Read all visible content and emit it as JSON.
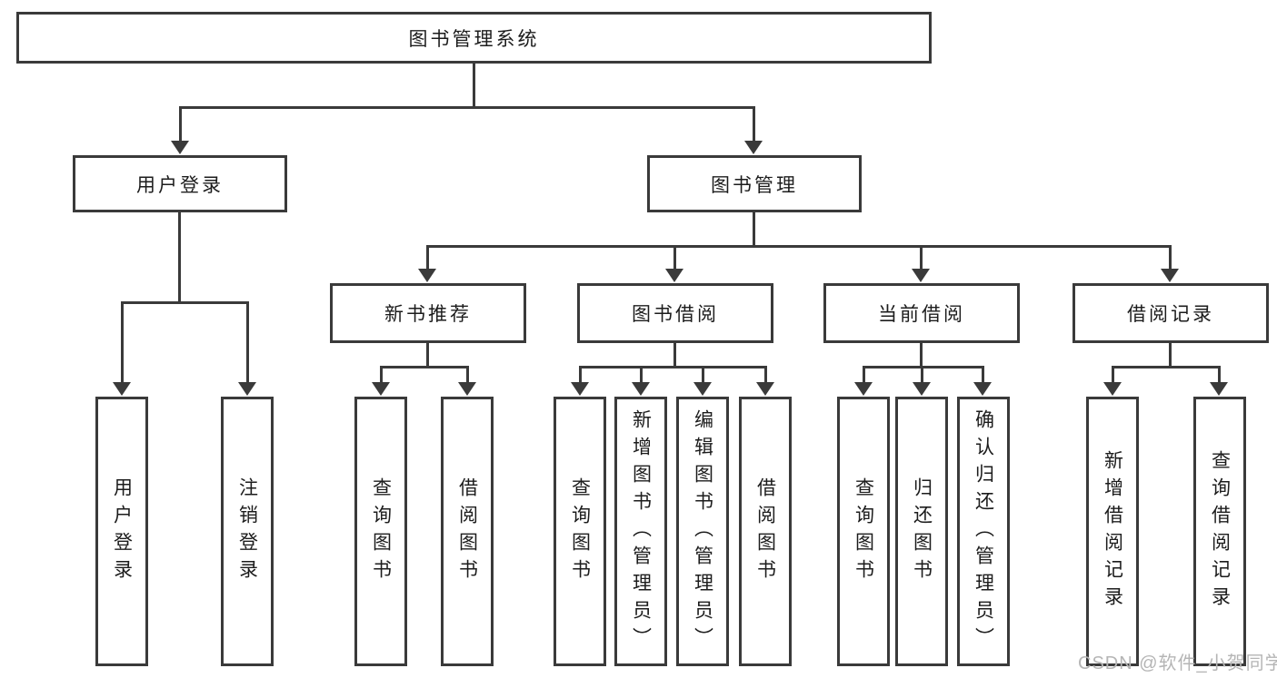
{
  "diagram": {
    "root": "图书管理系统",
    "user_login": {
      "label": "用户登录",
      "children": [
        "用户登录",
        "注销登录"
      ]
    },
    "book_mgmt": {
      "label": "图书管理",
      "sections": {
        "new_books": {
          "label": "新书推荐",
          "children": [
            "查询图书",
            "借阅图书"
          ]
        },
        "borrowing": {
          "label": "图书借阅",
          "children": [
            "查询图书",
            "新增图书（管理员）",
            "编辑图书（管理员）",
            "借阅图书"
          ]
        },
        "current": {
          "label": "当前借阅",
          "children": [
            "查询图书",
            "归还图书",
            "确认归还（管理员）"
          ]
        },
        "records": {
          "label": "借阅记录",
          "children": [
            "新增借阅记录",
            "查询借阅记录"
          ]
        }
      }
    }
  },
  "watermark": "CSDN @软件_小贺同学",
  "colors": {
    "line": "#3a3a3a",
    "text": "#1c1c1c",
    "watermark": "#b5b5b5",
    "background": "#ffffff"
  }
}
